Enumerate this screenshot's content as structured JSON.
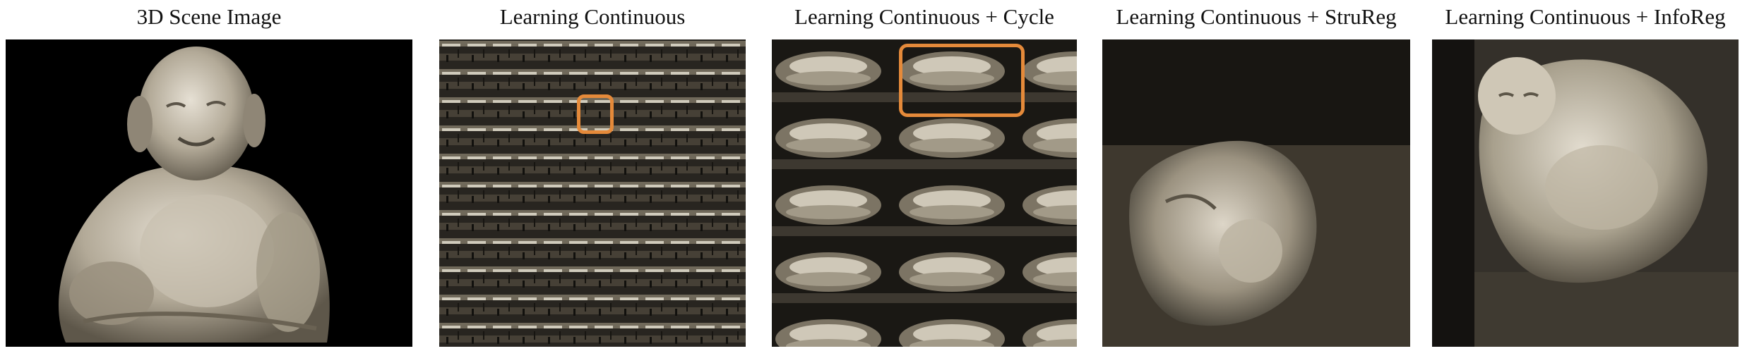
{
  "panels": [
    {
      "caption": "3D Scene Image",
      "content": "buddha-statue-render"
    },
    {
      "caption": "Learning Continuous",
      "content": "repetitive-texture-render",
      "highlight_color": "#e58a3a"
    },
    {
      "caption": "Learning Continuous + Cycle",
      "content": "repeated-partial-buddha-render",
      "highlight_color": "#e58a3a"
    },
    {
      "caption": "Learning Continuous + StruReg",
      "content": "rotated-buddha-render"
    },
    {
      "caption": "Learning Continuous + InfoReg",
      "content": "tilted-buddha-render"
    }
  ]
}
